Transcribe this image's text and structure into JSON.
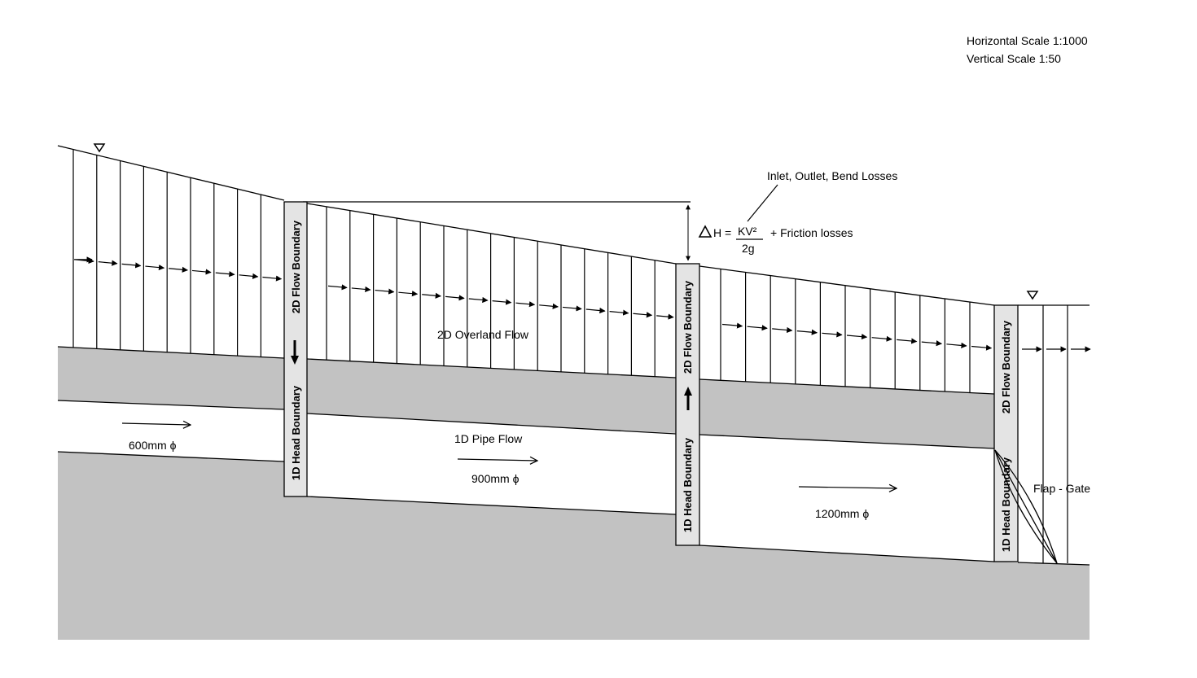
{
  "scale": {
    "horizontal": "Horizontal Scale 1:1000",
    "vertical": "Vertical Scale 1:50"
  },
  "labels": {
    "losses_note": "Inlet, Outlet, Bend Losses",
    "delta_h_prefix": "H =",
    "kv2": "KV²",
    "two_g": "2g",
    "friction": "+  Friction losses",
    "overland": "2D Overland Flow",
    "pipe_flow": "1D Pipe Flow",
    "flap_gate": "Flap - Gate"
  },
  "pipes": {
    "pipe1": "600mm ϕ",
    "pipe2": "900mm ϕ",
    "pipe3": "1200mm ϕ"
  },
  "boundaries": {
    "flow_2d": "2D Flow Boundary",
    "head_1d": "1D Head Boundary"
  },
  "colors": {
    "ground": "#c2c2c2",
    "boundary_box": "#e4e4e4",
    "line": "#000000"
  }
}
